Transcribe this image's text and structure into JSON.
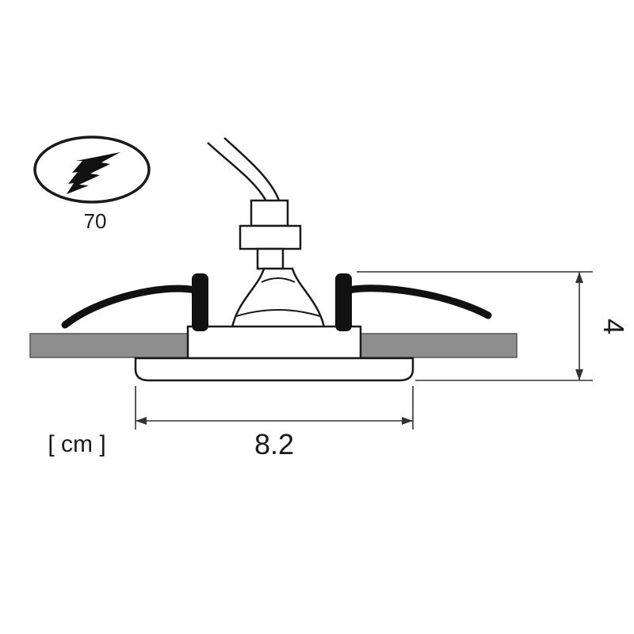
{
  "diagram": {
    "type": "technical-drawing",
    "subject": "Recessed ceiling spotlight cross-section with cut-out symbol and dimensions",
    "cutout": {
      "label": "70"
    },
    "dimensions": {
      "width": "8.2",
      "height": "4",
      "units": "[ cm ]"
    },
    "colors": {
      "line": "#1a1a1a",
      "spring": "#111111",
      "ceiling_fill": "#8e8e8e",
      "ceiling_stroke": "#555555",
      "dimension_line": "#333333",
      "background": "#ffffff"
    }
  }
}
